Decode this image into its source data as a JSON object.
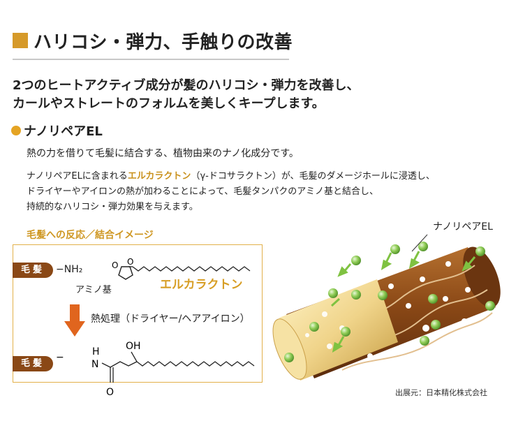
{
  "heading": "ハリコシ・弾力、手触りの改善",
  "lead": [
    "2つのヒートアクティブ成分が髪のハリコシ・弾力を改善し、",
    "カールやストレートのフォルムを美しくキープします。"
  ],
  "section": {
    "title": "ナノリペアEL",
    "summary": "熱の力を借りて毛髪に結合する、植物由来のナノ化成分です。",
    "body_pre": "ナノリペアELに含まれる",
    "body_highlight": "エルカラクトン",
    "body_line1_post": "（γ-ドコサラクトン）が、毛髪のダメージホールに浸透し、",
    "body_line2": "ドライヤーやアイロンの熱が加わることによって、毛髪タンパクのアミノ基と結合し、",
    "body_line3": "持続的なハリコシ・弾力効果を与えます。"
  },
  "diagram": {
    "title": "毛髪への反応／結合イメージ",
    "tag_label": "毛髪",
    "nh2": "−NH₂",
    "amino_label": "アミノ基",
    "erucalactone_label": "エルカラクトン",
    "heat_label": "熱処理（ドライヤー/ヘアアイロン）",
    "h_label": "H",
    "n_label": "N",
    "oh_label": "OH",
    "o_label": "O",
    "o_ring_label": "O",
    "dash": "−"
  },
  "illustration": {
    "nano_label": "ナノリペアEL"
  },
  "credit": "出展元：日本精化株式会社",
  "colors": {
    "accent_gold": "#d69a2a",
    "hair_brown": "#8a4816",
    "arrow_orange": "#e0651e",
    "nano_green": "#7fc241"
  }
}
